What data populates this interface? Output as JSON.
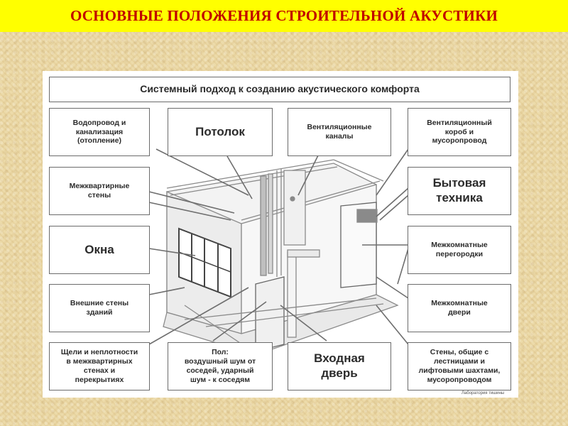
{
  "slide": {
    "title": "ОСНОВНЫЕ ПОЛОЖЕНИЯ СТРОИТЕЛЬНОЙ АКУСТИКИ",
    "title_color": "#c00000",
    "title_bar_color": "#ffff00"
  },
  "diagram": {
    "header": "Системный подход к созданию акустического комфорта",
    "labels": {
      "water": "Водопровод и\nканализация\n(отопление)",
      "ceiling": "Потолок",
      "vent_channels": "Вентиляционные\nканалы",
      "vent_box": "Вентиляционный\nкороб и\nмусоропровод",
      "inter_apartment_walls": "Межквартирные\nстены",
      "appliances": "Бытовая\nтехника",
      "windows": "Окна",
      "partitions": "Межкомнатные\nперегородки",
      "external_walls": "Внешние стены\nзданий",
      "interior_doors": "Межкомнатные\nдвери",
      "gaps": "Щели и неплотности\nв межквартирных\nстенах и\nперекрытиях",
      "floor": "Пол:\nвоздушный шум от\nсоседей, ударный\nшум - к соседям",
      "entrance_door": "Входная\nдверь",
      "stair_walls": "Стены, общие с\nлестницами и\nлифтовыми шахтами,\nмусоропроводом"
    },
    "credit": "Лаборатория   тишины"
  }
}
